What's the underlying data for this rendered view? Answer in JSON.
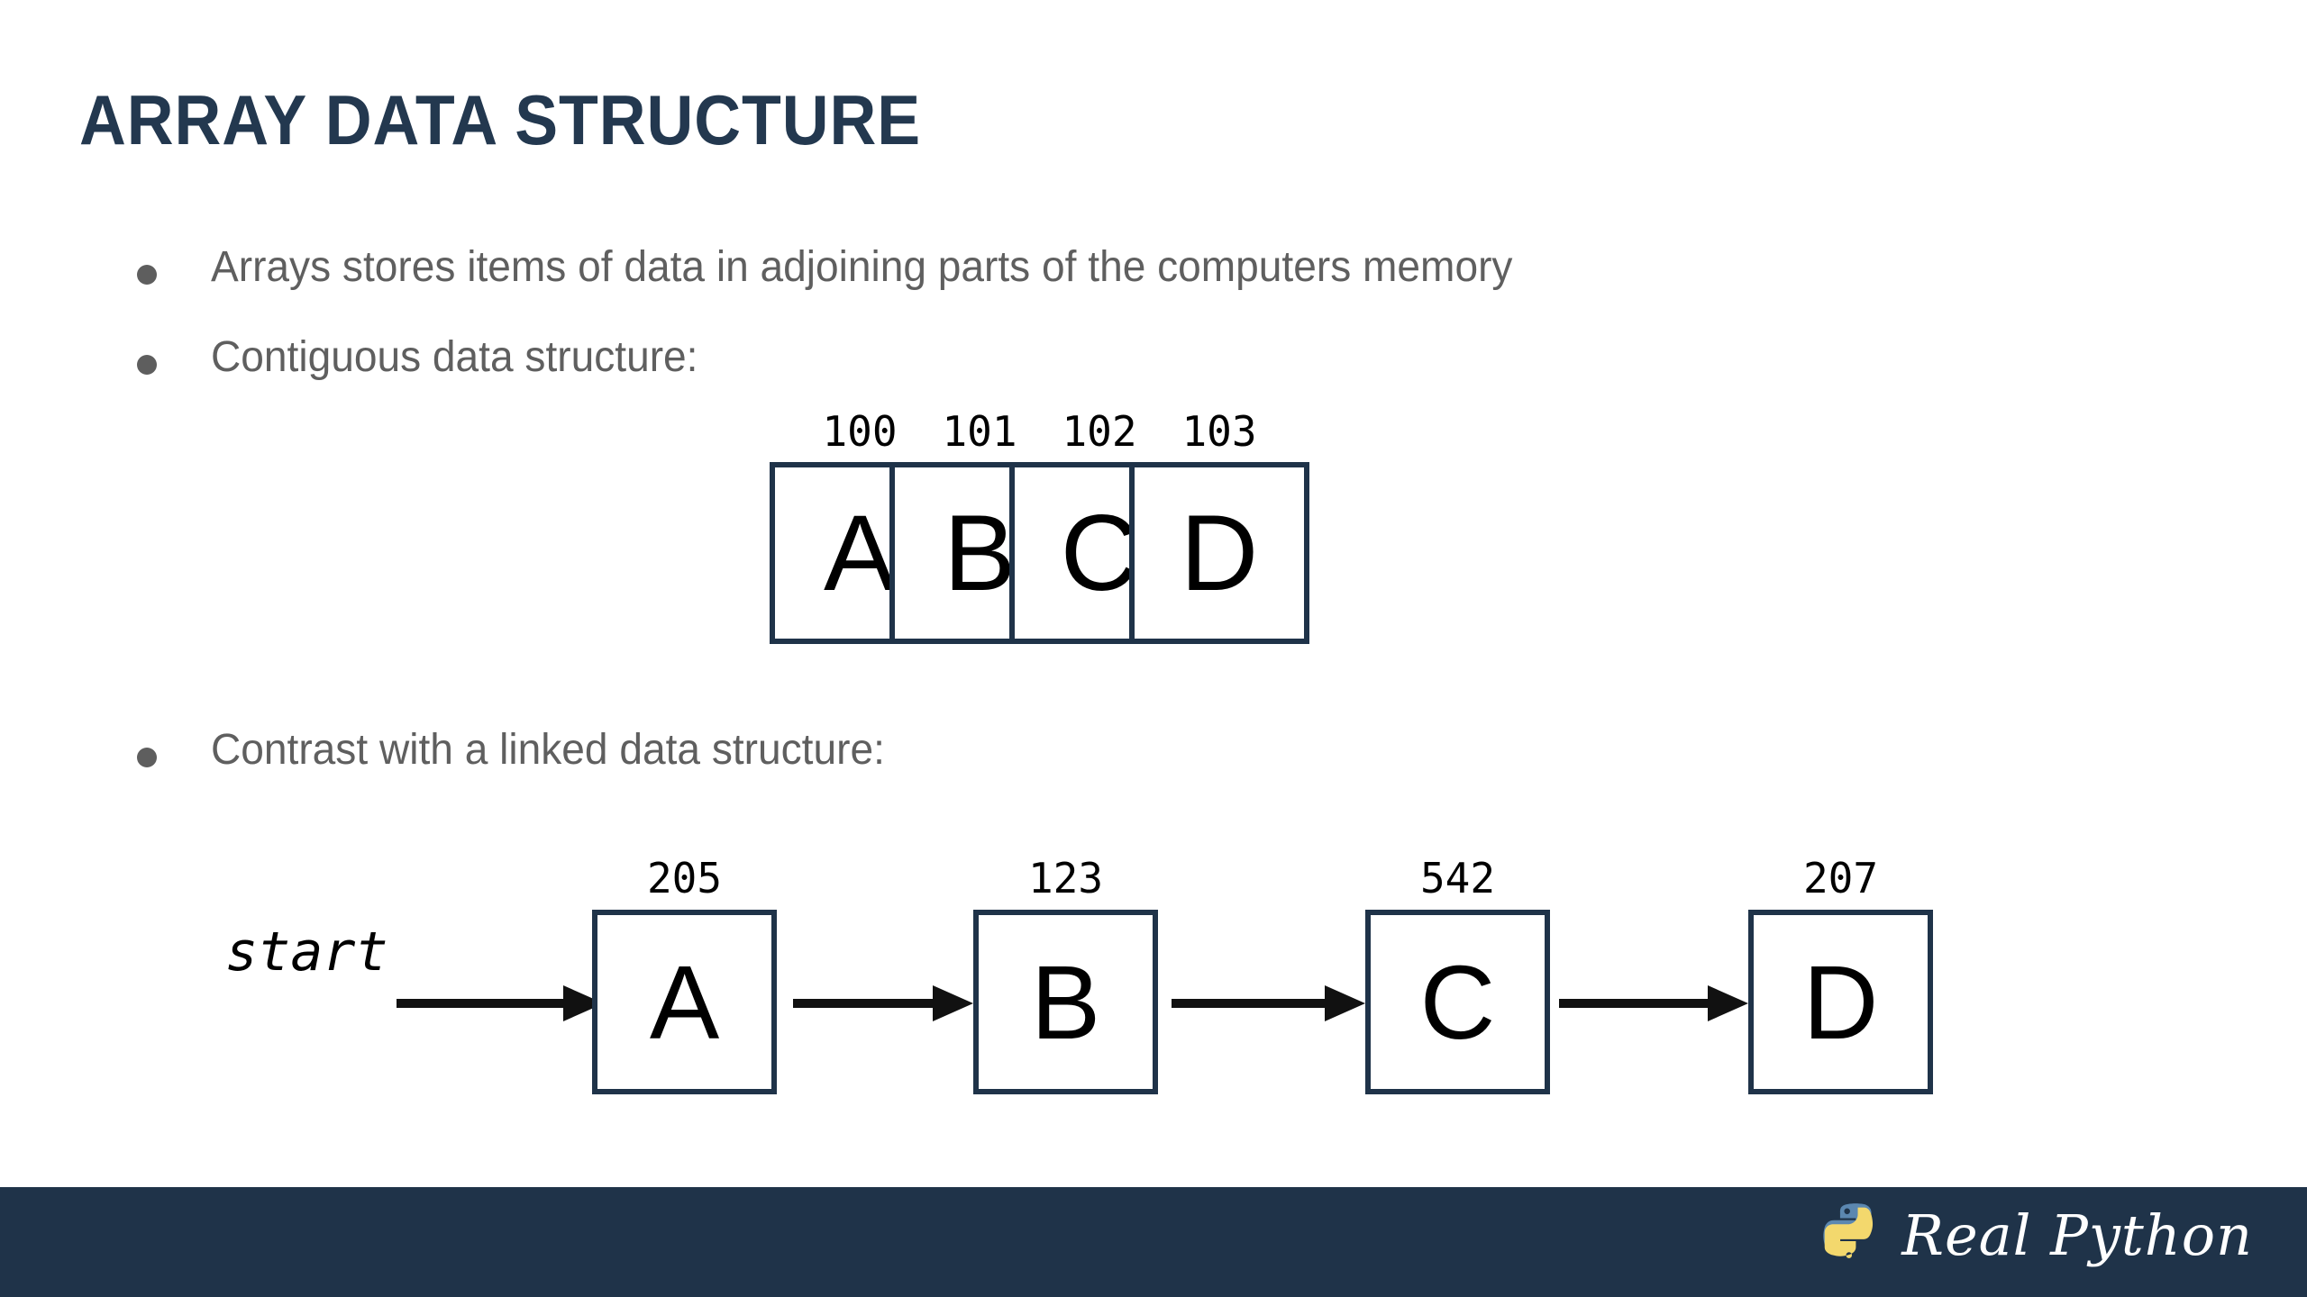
{
  "slide": {
    "title": "ARRAY DATA STRUCTURE",
    "background_color": "#ffffff",
    "title_color": "#23384f",
    "body_text_color": "#5f5f5f",
    "accent_color": "#1f3349"
  },
  "bullets": [
    {
      "text": "Arrays stores items of data in adjoining parts of the computers memory"
    },
    {
      "text": "Contiguous data structure:"
    },
    {
      "text": "Contrast with a linked data structure:"
    }
  ],
  "array_diagram": {
    "cells": [
      {
        "address": "100",
        "value": "A"
      },
      {
        "address": "101",
        "value": "B"
      },
      {
        "address": "102",
        "value": "C"
      },
      {
        "address": "103",
        "value": "D"
      }
    ]
  },
  "linked_list_diagram": {
    "start_label": "start",
    "nodes": [
      {
        "address": "205",
        "value": "A"
      },
      {
        "address": "123",
        "value": "B"
      },
      {
        "address": "542",
        "value": "C"
      },
      {
        "address": "207",
        "value": "D"
      }
    ]
  },
  "footer": {
    "brand": "Real Python",
    "background_color": "#1f3349",
    "python_logo_blue": "#5b87b0",
    "python_logo_yellow": "#f3d86d"
  }
}
